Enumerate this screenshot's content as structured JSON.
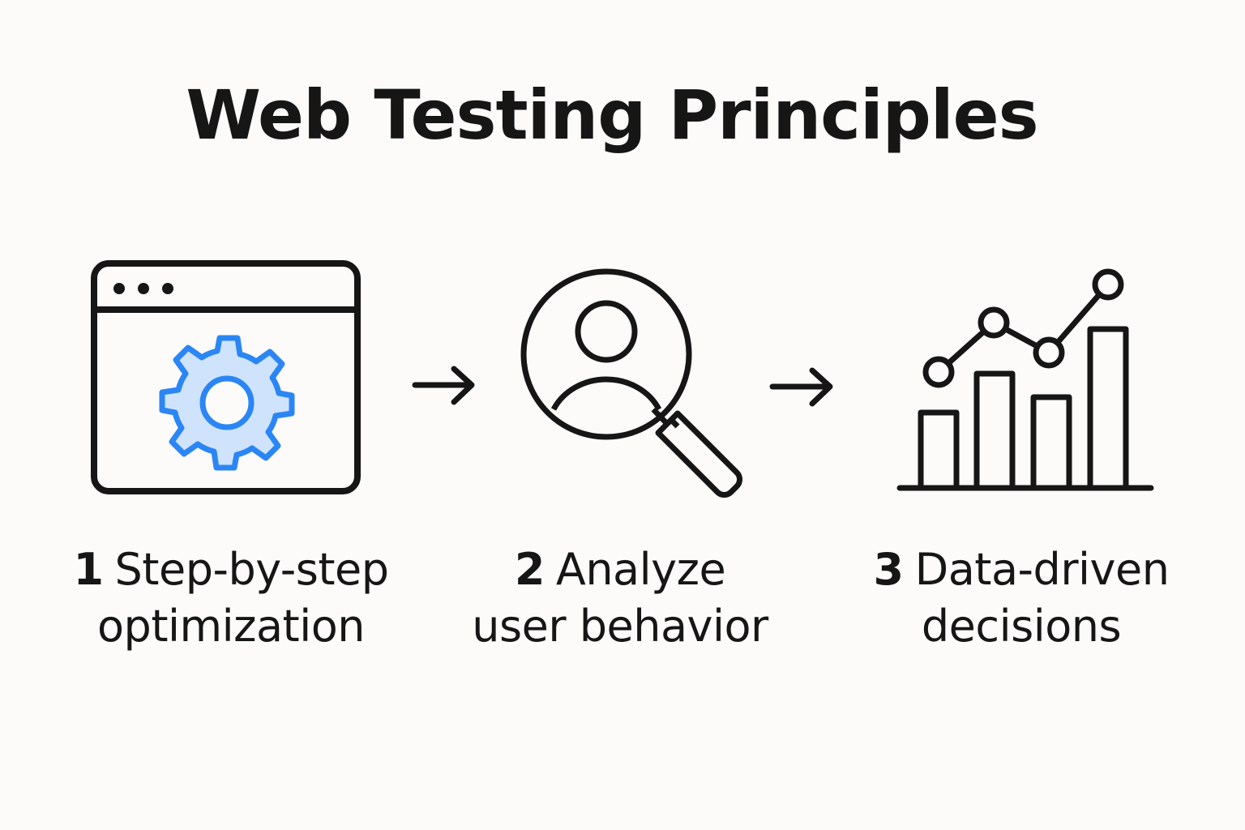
{
  "title": "Web Testing Principles",
  "steps": [
    {
      "number": "1",
      "line1": "Step-by-step",
      "line2": "optimization",
      "icon": "browser-gear-icon"
    },
    {
      "number": "2",
      "line1": "Analyze",
      "line2": "user behavior",
      "icon": "magnifier-user-icon"
    },
    {
      "number": "3",
      "line1": "Data-driven",
      "line2": "decisions",
      "icon": "bar-line-chart-icon"
    }
  ],
  "connectors": [
    "arrow-right-icon",
    "arrow-right-icon"
  ],
  "colors": {
    "ink": "#161616",
    "accent": "#2b86f5",
    "accent_fill": "#cfe3fd",
    "background": "#fcfbf9"
  }
}
